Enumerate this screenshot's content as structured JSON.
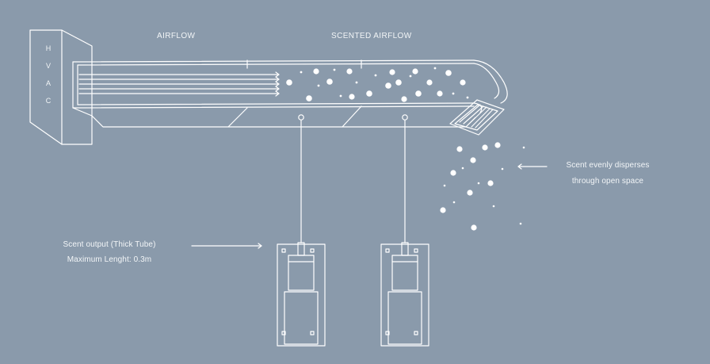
{
  "hvac_letters": [
    "H",
    "V",
    "A",
    "C"
  ],
  "labels": {
    "airflow": "AIRFLOW",
    "scented_airflow": "SCENTED AIRFLOW",
    "scent_output_line1": "Scent output (Thick Tube)",
    "scent_output_line2": "Maximum Lenght: 0.3m",
    "disperse_line1": "Scent evenly disperses",
    "disperse_line2": "through open space"
  },
  "colors": {
    "background": "#8a9aab",
    "line": "#ffffff",
    "text": "#f2f5f7"
  }
}
